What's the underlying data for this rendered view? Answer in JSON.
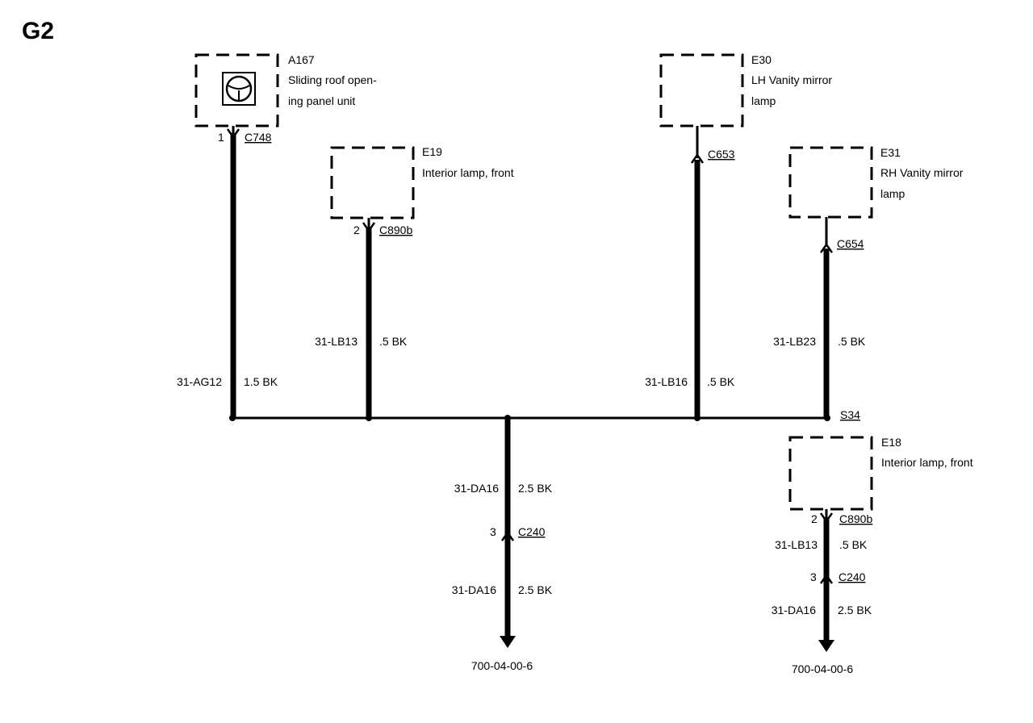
{
  "page_title": "G2",
  "components": {
    "a167": {
      "id": "A167",
      "desc1": "Sliding roof open-",
      "desc2": "ing panel unit",
      "icon": "steering-wheel-icon"
    },
    "e19": {
      "id": "E19",
      "desc1": "Interior lamp, front"
    },
    "e30": {
      "id": "E30",
      "desc1": "LH Vanity mirror",
      "desc2": "lamp"
    },
    "e31": {
      "id": "E31",
      "desc1": "RH Vanity mirror",
      "desc2": "lamp"
    },
    "e18": {
      "id": "E18",
      "desc1": "Interior lamp, front"
    }
  },
  "connectors": {
    "c748": {
      "pin": "1",
      "name": "C748"
    },
    "c890b_top": {
      "pin": "2",
      "name": "C890b"
    },
    "c653": {
      "name": "C653"
    },
    "c654": {
      "name": "C654"
    },
    "s34": {
      "name": "S34"
    },
    "c890b_right": {
      "pin": "2",
      "name": "C890b"
    },
    "c240_center": {
      "pin": "3",
      "name": "C240"
    },
    "c240_right": {
      "pin": "3",
      "name": "C240"
    }
  },
  "wires": {
    "w_ag12": {
      "circuit": "31-AG12",
      "spec": "1.5 BK"
    },
    "w_lb13_top": {
      "circuit": "31-LB13",
      "spec": ".5 BK"
    },
    "w_lb16": {
      "circuit": "31-LB16",
      "spec": ".5 BK"
    },
    "w_lb23": {
      "circuit": "31-LB23",
      "spec": ".5 BK"
    },
    "w_da16_center_upper": {
      "circuit": "31-DA16",
      "spec": "2.5 BK"
    },
    "w_da16_center_lower": {
      "circuit": "31-DA16",
      "spec": "2.5 BK"
    },
    "w_lb13_right": {
      "circuit": "31-LB13",
      "spec": ".5 BK"
    },
    "w_da16_right": {
      "circuit": "31-DA16",
      "spec": "2.5 BK"
    }
  },
  "references": {
    "ground_center": "700-04-00-6",
    "ground_right": "700-04-00-6"
  }
}
